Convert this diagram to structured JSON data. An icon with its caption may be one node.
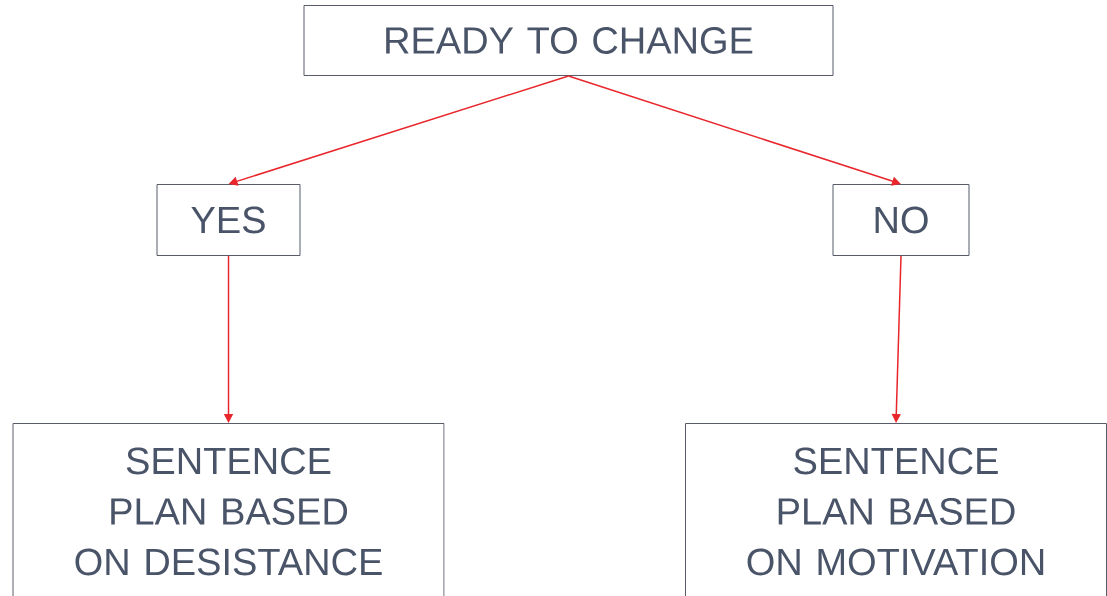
{
  "diagram": {
    "nodes": [
      {
        "text": [
          "READY TO CHANGE"
        ]
      },
      {
        "text": [
          "YES"
        ]
      },
      {
        "text": [
          "NO"
        ]
      },
      {
        "text": [
          "SENTENCE PLAN BASED ON DESISTANCE"
        ]
      },
      {
        "text": [
          "SENTENCE PLAN BASED ON MOTIVATION"
        ]
      }
    ],
    "edges": [
      {
        "from": 0,
        "to": 1,
        "arrow": "to"
      },
      {
        "from": 0,
        "to": 2,
        "arrow": "to"
      },
      {
        "from": 1,
        "to": 3,
        "arrow": "to"
      },
      {
        "from": 2,
        "to": 4,
        "arrow": "to"
      }
    ]
  }
}
